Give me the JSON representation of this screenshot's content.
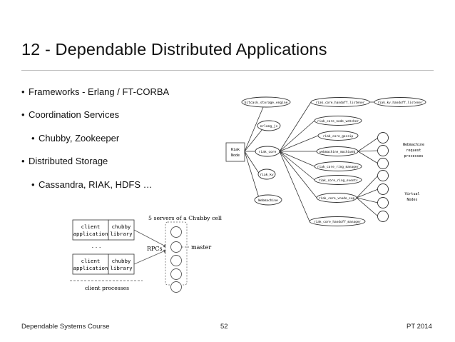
{
  "slide": {
    "title": "12 - Dependable Distributed Applications",
    "bullets": [
      "Frameworks - Erlang / FT-CORBA",
      "Coordination Services",
      "Chubby, Zookeeper",
      "Distributed Storage",
      "Cassandra, RIAK, HDFS …"
    ],
    "bullet_glyph": "•",
    "footer_left": "Dependable Systems Course",
    "page_number": "52",
    "footer_right": "PT 2014"
  },
  "riak_diagram": {
    "root_line1": "Riak",
    "root_line2": "Node",
    "bitcask": "bitcask_storage_engine",
    "erlang_js": "erlang_js",
    "riak_core": "riak_core",
    "riak_kv": "riak_kv",
    "webmachine": "Webmachine",
    "handoff_listener": "riak_core_handoff_listener",
    "kv_handoff_listener": "riak_kv_handoff_listener",
    "node_watcher": "riak_core_node_watcher",
    "gossip": "riak_core_gossip",
    "vnode_master": "webmachine_mochiweb",
    "ring_manager": "riak_core_ring_manager",
    "ring_events": "riak_core_ring_events",
    "vnode_sup": "riak_core_vnode_sup",
    "handoff_manager": "riak_core_handoff_manager",
    "wm_req_1": "Webmachine",
    "wm_req_2": "request",
    "wm_req_3": "processes",
    "vn_1": "Virtual",
    "vn_2": "Nodes"
  },
  "chubby_diagram": {
    "title": "5 servers of a Chubby cell",
    "client_app_1": "client",
    "client_app_2": "application",
    "chubby_lib_1": "chubby",
    "chubby_lib_2": "library",
    "ellipsis": ". . .",
    "rpcs": "RPCs",
    "master": "master",
    "client_processes": "client processes"
  }
}
